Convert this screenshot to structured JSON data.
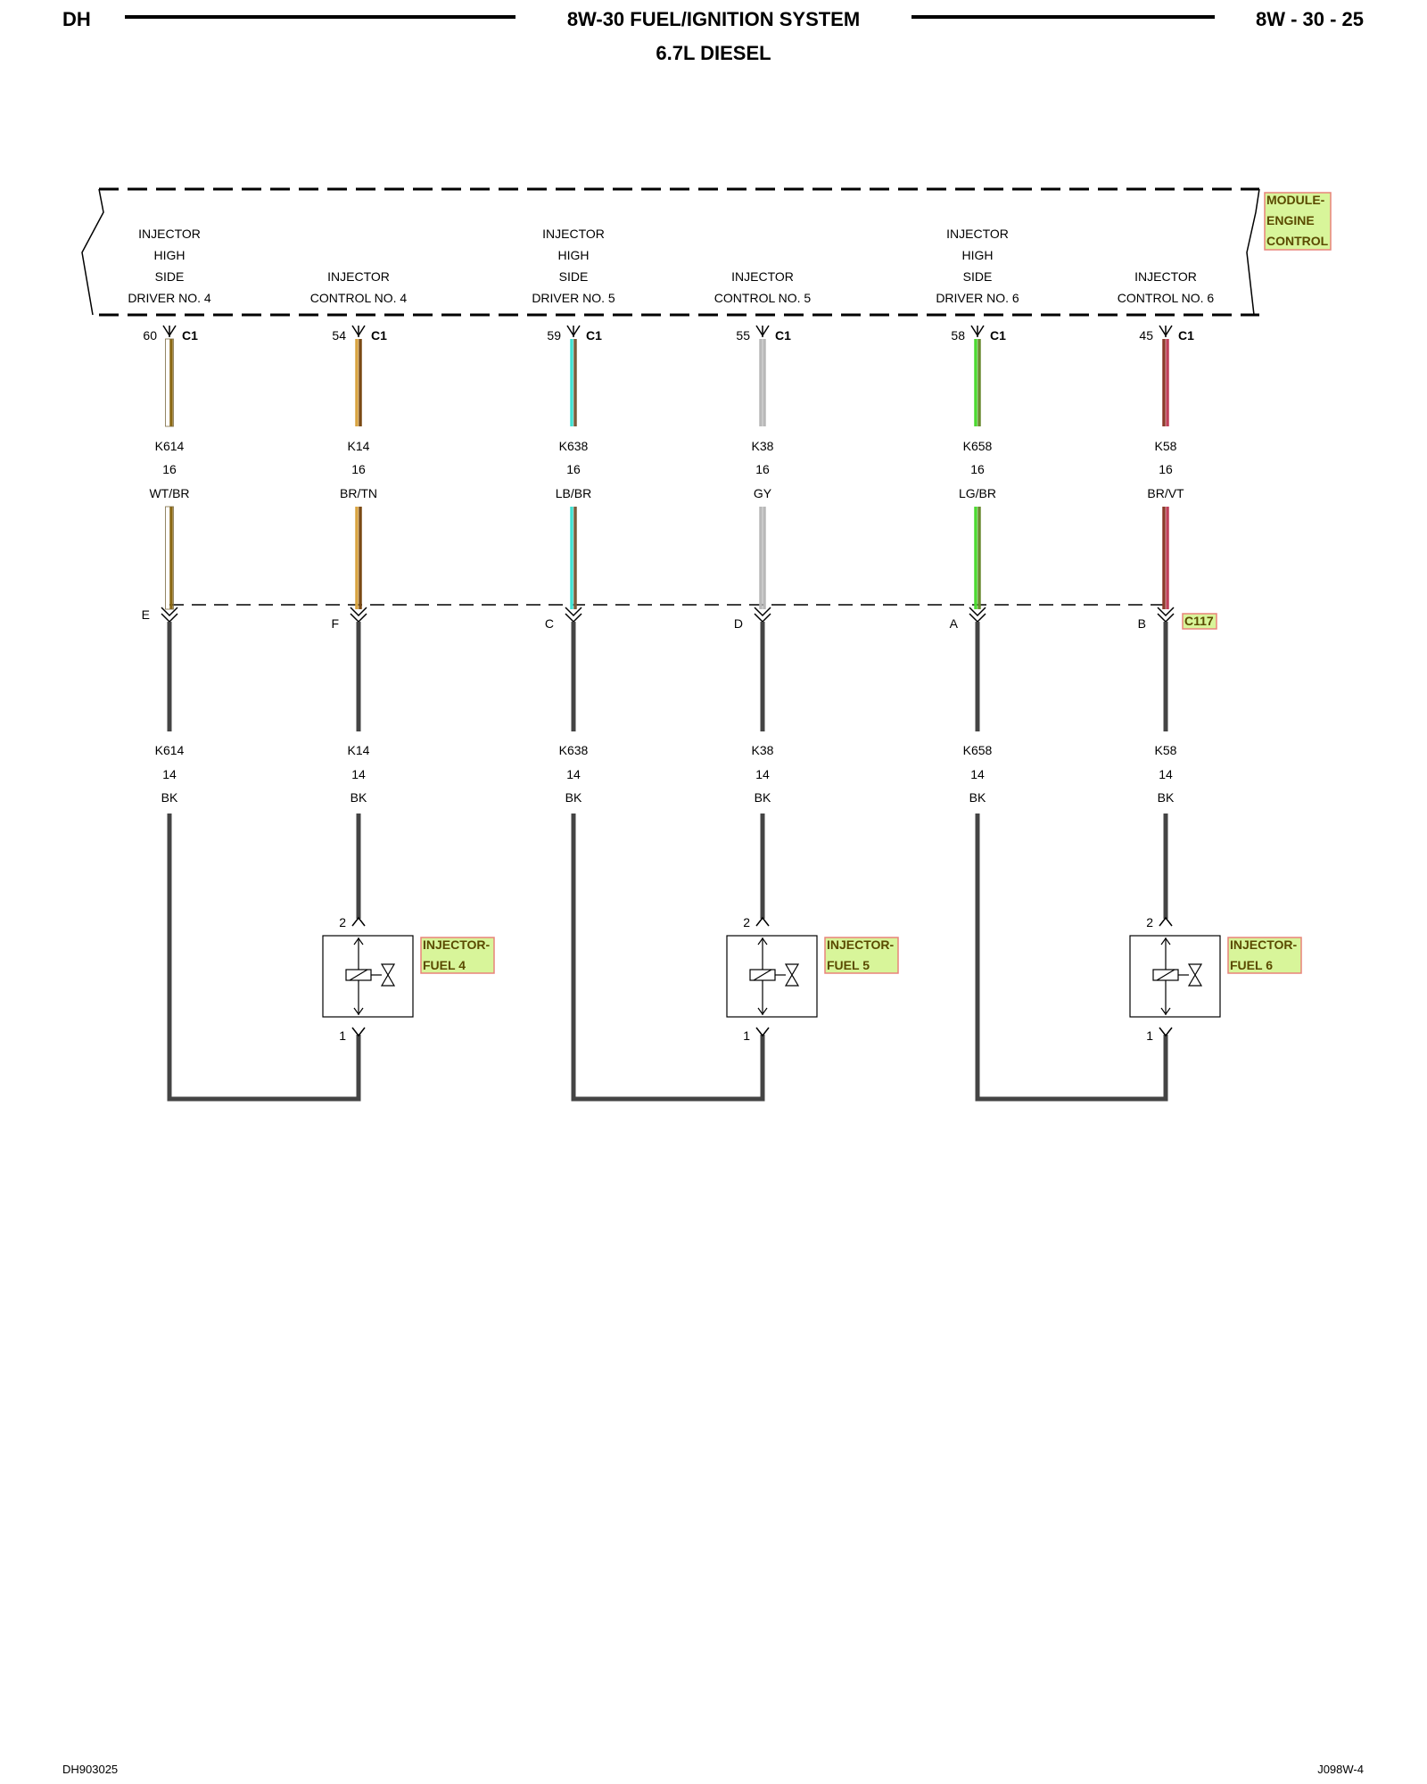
{
  "header": {
    "left": "DH",
    "title": "8W-30 FUEL/IGNITION SYSTEM",
    "subtitle": "6.7L DIESEL",
    "right": "8W - 30 - 25"
  },
  "footer": {
    "left": "DH903025",
    "right": "J098W-4"
  },
  "module": {
    "name_lines": [
      "MODULE-",
      "ENGINE",
      "CONTROL"
    ],
    "connector": "C1"
  },
  "inline_connector": {
    "name": "C117"
  },
  "colors": {
    "label_highlight": "#d8f59a",
    "label_border": "#e8837a",
    "label_text": "#5a4a00",
    "dark_wire": "#444444"
  },
  "circuits": [
    {
      "desc": [
        "INJECTOR",
        "HIGH",
        "SIDE",
        "DRIVER NO. 4"
      ],
      "pin": "60",
      "upper": {
        "circuit": "K614",
        "gauge": "16",
        "color": "WT/BR"
      },
      "wire_colors": [
        "#ffffff",
        "#8b6914"
      ],
      "c117_pin": "E",
      "lower": {
        "circuit": "K614",
        "gauge": "14",
        "color": "BK"
      }
    },
    {
      "desc": [
        "INJECTOR",
        "CONTROL NO. 4"
      ],
      "pin": "54",
      "upper": {
        "circuit": "K14",
        "gauge": "16",
        "color": "BR/TN"
      },
      "wire_colors": [
        "#d9a441",
        "#7a4a14"
      ],
      "c117_pin": "F",
      "lower": {
        "circuit": "K14",
        "gauge": "14",
        "color": "BK"
      }
    },
    {
      "desc": [
        "INJECTOR",
        "HIGH",
        "SIDE",
        "DRIVER NO. 5"
      ],
      "pin": "59",
      "upper": {
        "circuit": "K638",
        "gauge": "16",
        "color": "LB/BR"
      },
      "wire_colors": [
        "#40e0d0",
        "#7a5a3a"
      ],
      "c117_pin": "C",
      "lower": {
        "circuit": "K638",
        "gauge": "14",
        "color": "BK"
      }
    },
    {
      "desc": [
        "INJECTOR",
        "CONTROL NO. 5"
      ],
      "pin": "55",
      "upper": {
        "circuit": "K38",
        "gauge": "16",
        "color": "GY"
      },
      "wire_colors": [
        "#b8b8b8",
        "#b8b8b8"
      ],
      "c117_pin": "D",
      "lower": {
        "circuit": "K38",
        "gauge": "14",
        "color": "BK"
      }
    },
    {
      "desc": [
        "INJECTOR",
        "HIGH",
        "SIDE",
        "DRIVER NO. 6"
      ],
      "pin": "58",
      "upper": {
        "circuit": "K658",
        "gauge": "16",
        "color": "LG/BR"
      },
      "wire_colors": [
        "#4cd930",
        "#6a8a30"
      ],
      "c117_pin": "A",
      "lower": {
        "circuit": "K658",
        "gauge": "14",
        "color": "BK"
      }
    },
    {
      "desc": [
        "INJECTOR",
        "CONTROL NO. 6"
      ],
      "pin": "45",
      "upper": {
        "circuit": "K58",
        "gauge": "16",
        "color": "BR/VT"
      },
      "wire_colors": [
        "#8b3a2a",
        "#c0405a"
      ],
      "c117_pin": "B",
      "lower": {
        "circuit": "K58",
        "gauge": "14",
        "color": "BK"
      }
    }
  ],
  "injectors": [
    {
      "name_lines": [
        "INJECTOR-",
        "FUEL 4"
      ],
      "pin_top": "2",
      "pin_bottom": "1"
    },
    {
      "name_lines": [
        "INJECTOR-",
        "FUEL 5"
      ],
      "pin_top": "2",
      "pin_bottom": "1"
    },
    {
      "name_lines": [
        "INJECTOR-",
        "FUEL 6"
      ],
      "pin_top": "2",
      "pin_bottom": "1"
    }
  ]
}
